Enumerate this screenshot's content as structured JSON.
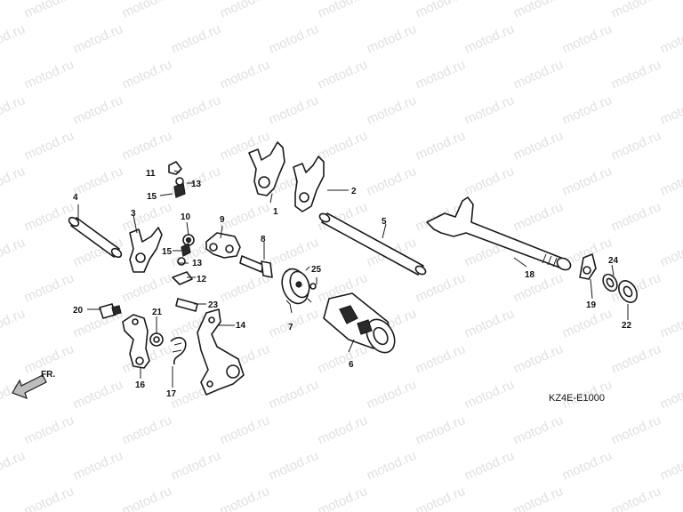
{
  "watermark": "motod.ru",
  "diagram_code": "KZ4E-E1000",
  "front_label": "FR.",
  "callouts": {
    "c1": "1",
    "c2": "2",
    "c3": "3",
    "c4": "4",
    "c5": "5",
    "c6": "6",
    "c7": "7",
    "c8": "8",
    "c9": "9",
    "c10": "10",
    "c11": "11",
    "c12": "12",
    "c13a": "13",
    "c13b": "13",
    "c14": "14",
    "c15a": "15",
    "c15b": "15",
    "c16": "16",
    "c17": "17",
    "c18": "18",
    "c19": "19",
    "c20": "20",
    "c21": "21",
    "c22": "22",
    "c23": "23",
    "c24": "24",
    "c25": "25"
  }
}
